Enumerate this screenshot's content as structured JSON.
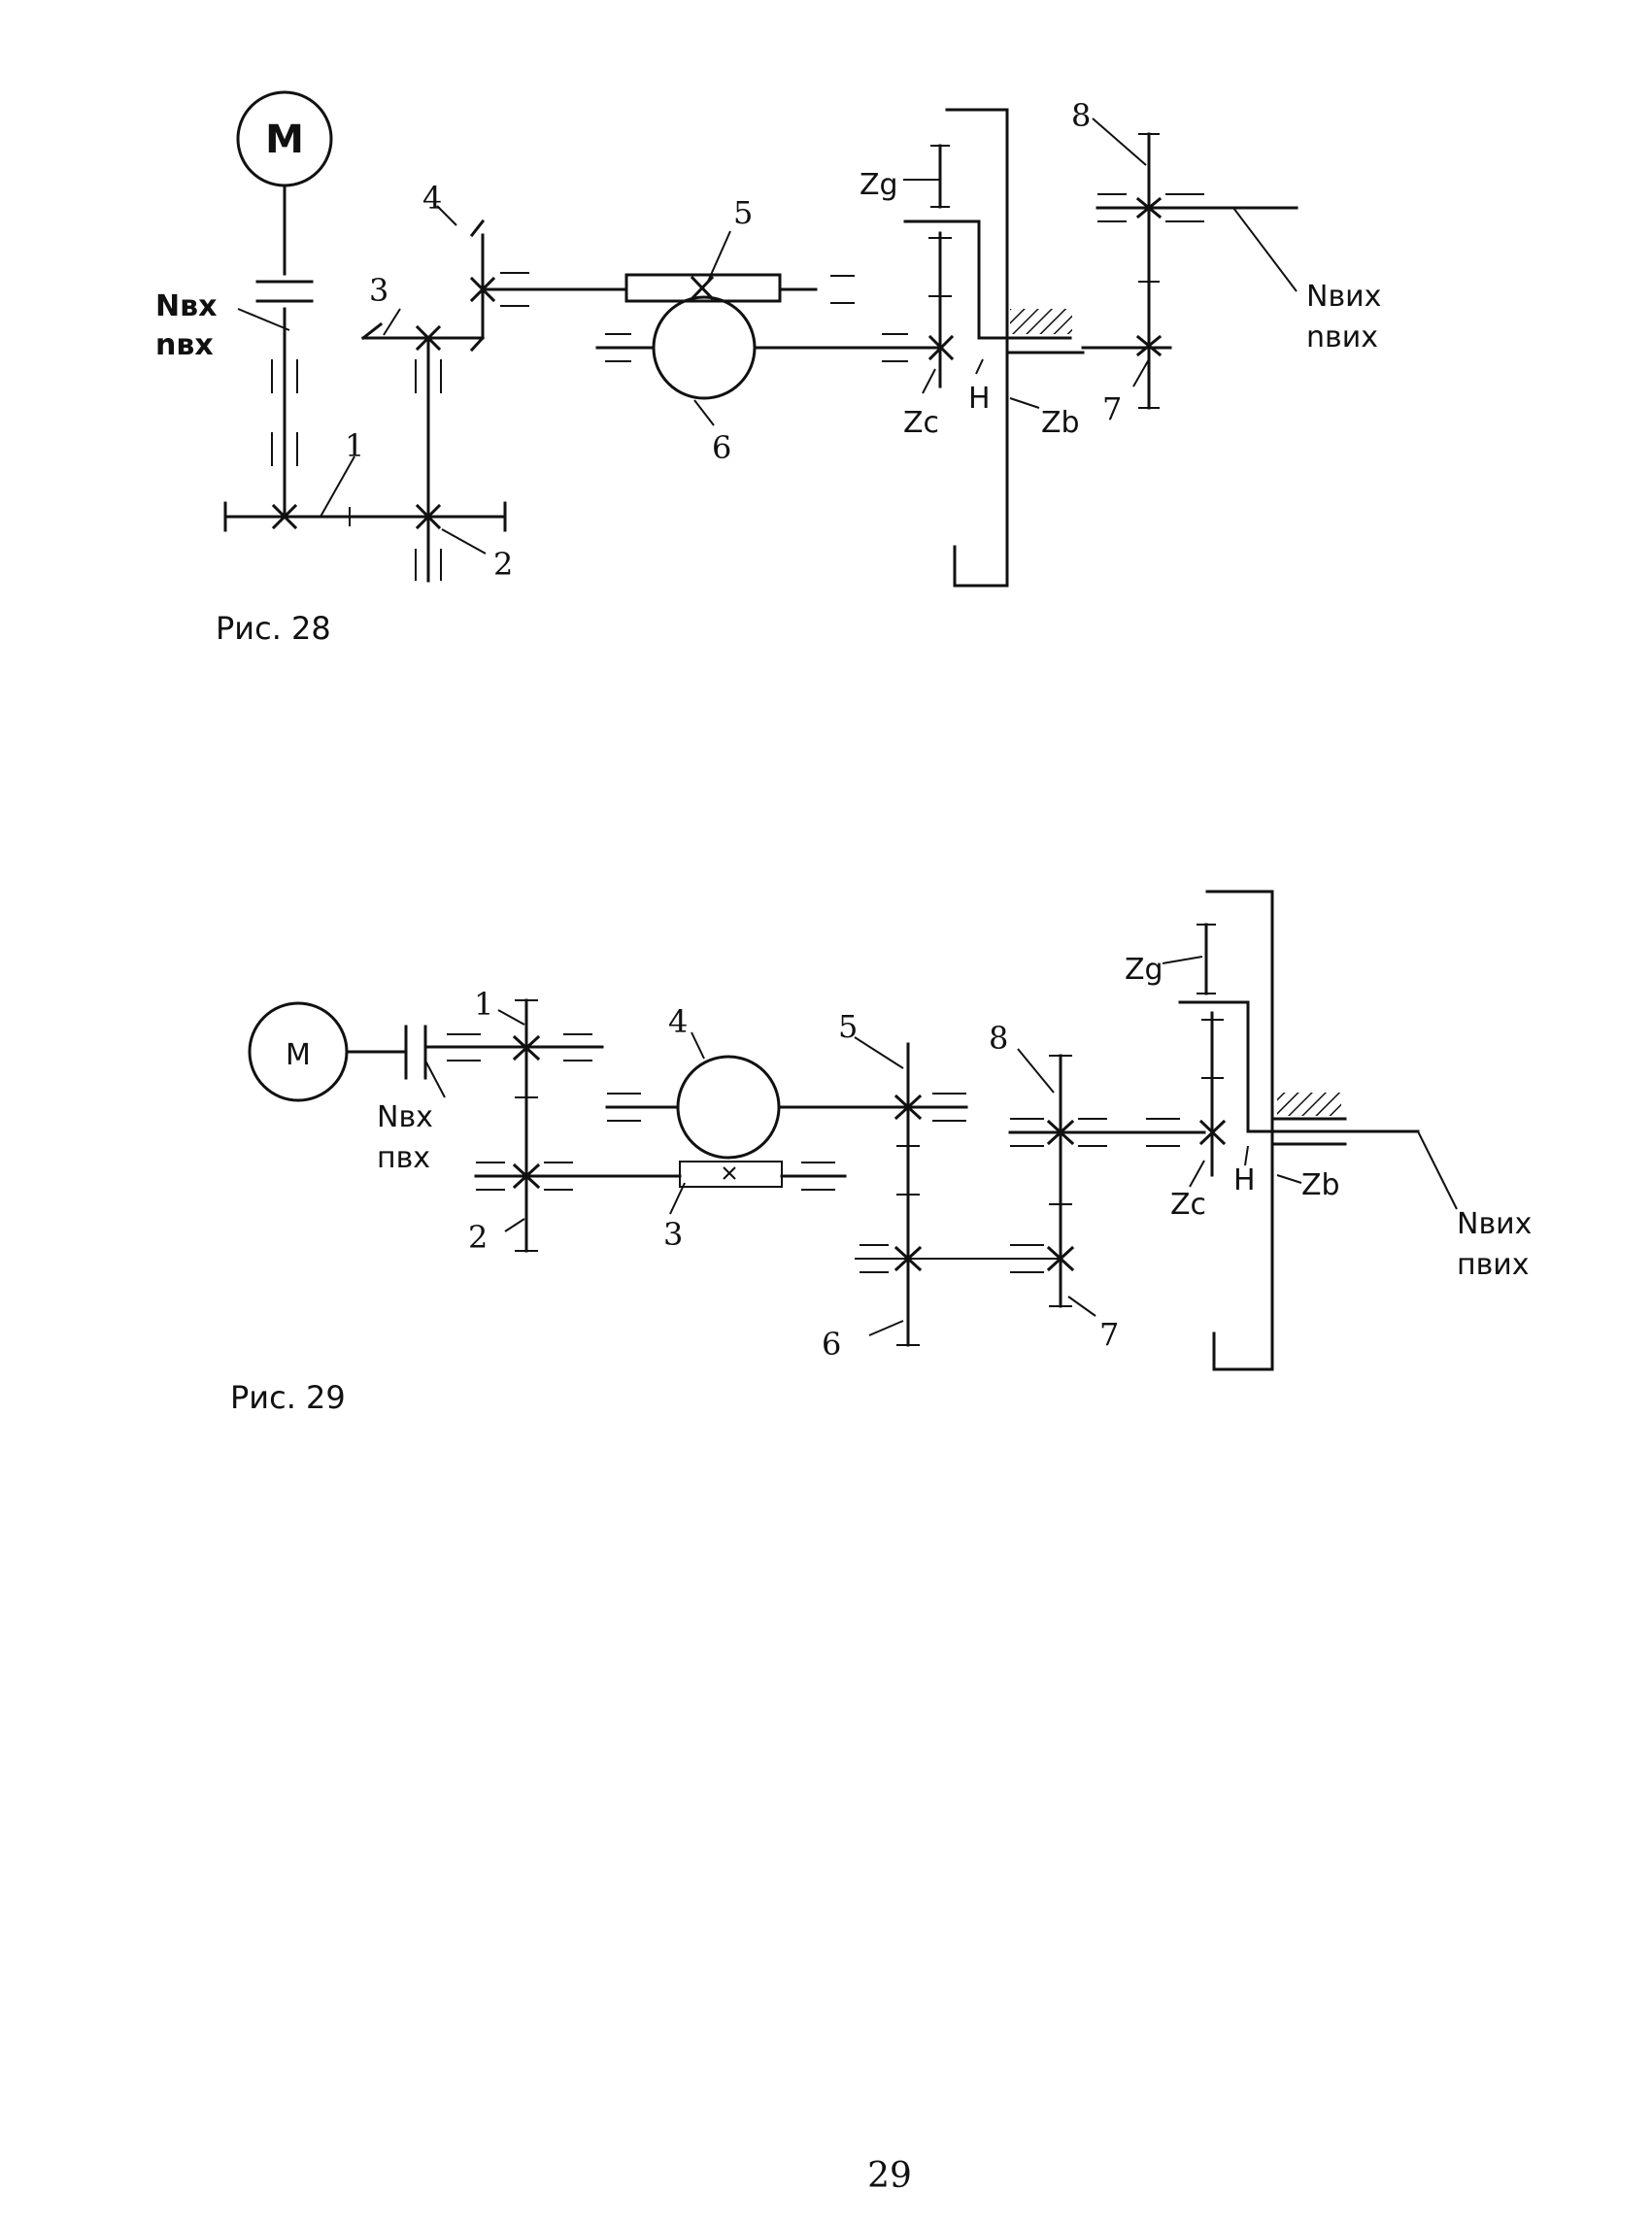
{
  "fig28": {
    "motor_label": "M",
    "input_power": "Nвх",
    "input_speed": "nвх",
    "output_power": "Nвих",
    "output_speed": "nвих",
    "parts": [
      "1",
      "2",
      "3",
      "4",
      "5",
      "6",
      "7",
      "8"
    ],
    "gears": {
      "zg": "Zg",
      "zc": "Zc",
      "zb": "Zb",
      "carrier": "H"
    },
    "caption": "Рис. 28"
  },
  "fig29": {
    "motor_label": "M",
    "input_power": "Nвх",
    "input_speed": "пвх",
    "output_power": "Nвих",
    "output_speed": "пвих",
    "parts": [
      "1",
      "2",
      "3",
      "4",
      "5",
      "6",
      "7",
      "8"
    ],
    "gears": {
      "zg": "Zg",
      "zc": "Zc",
      "zb": "Zb",
      "carrier": "H"
    },
    "caption": "Рис. 29"
  },
  "page_number": "29"
}
